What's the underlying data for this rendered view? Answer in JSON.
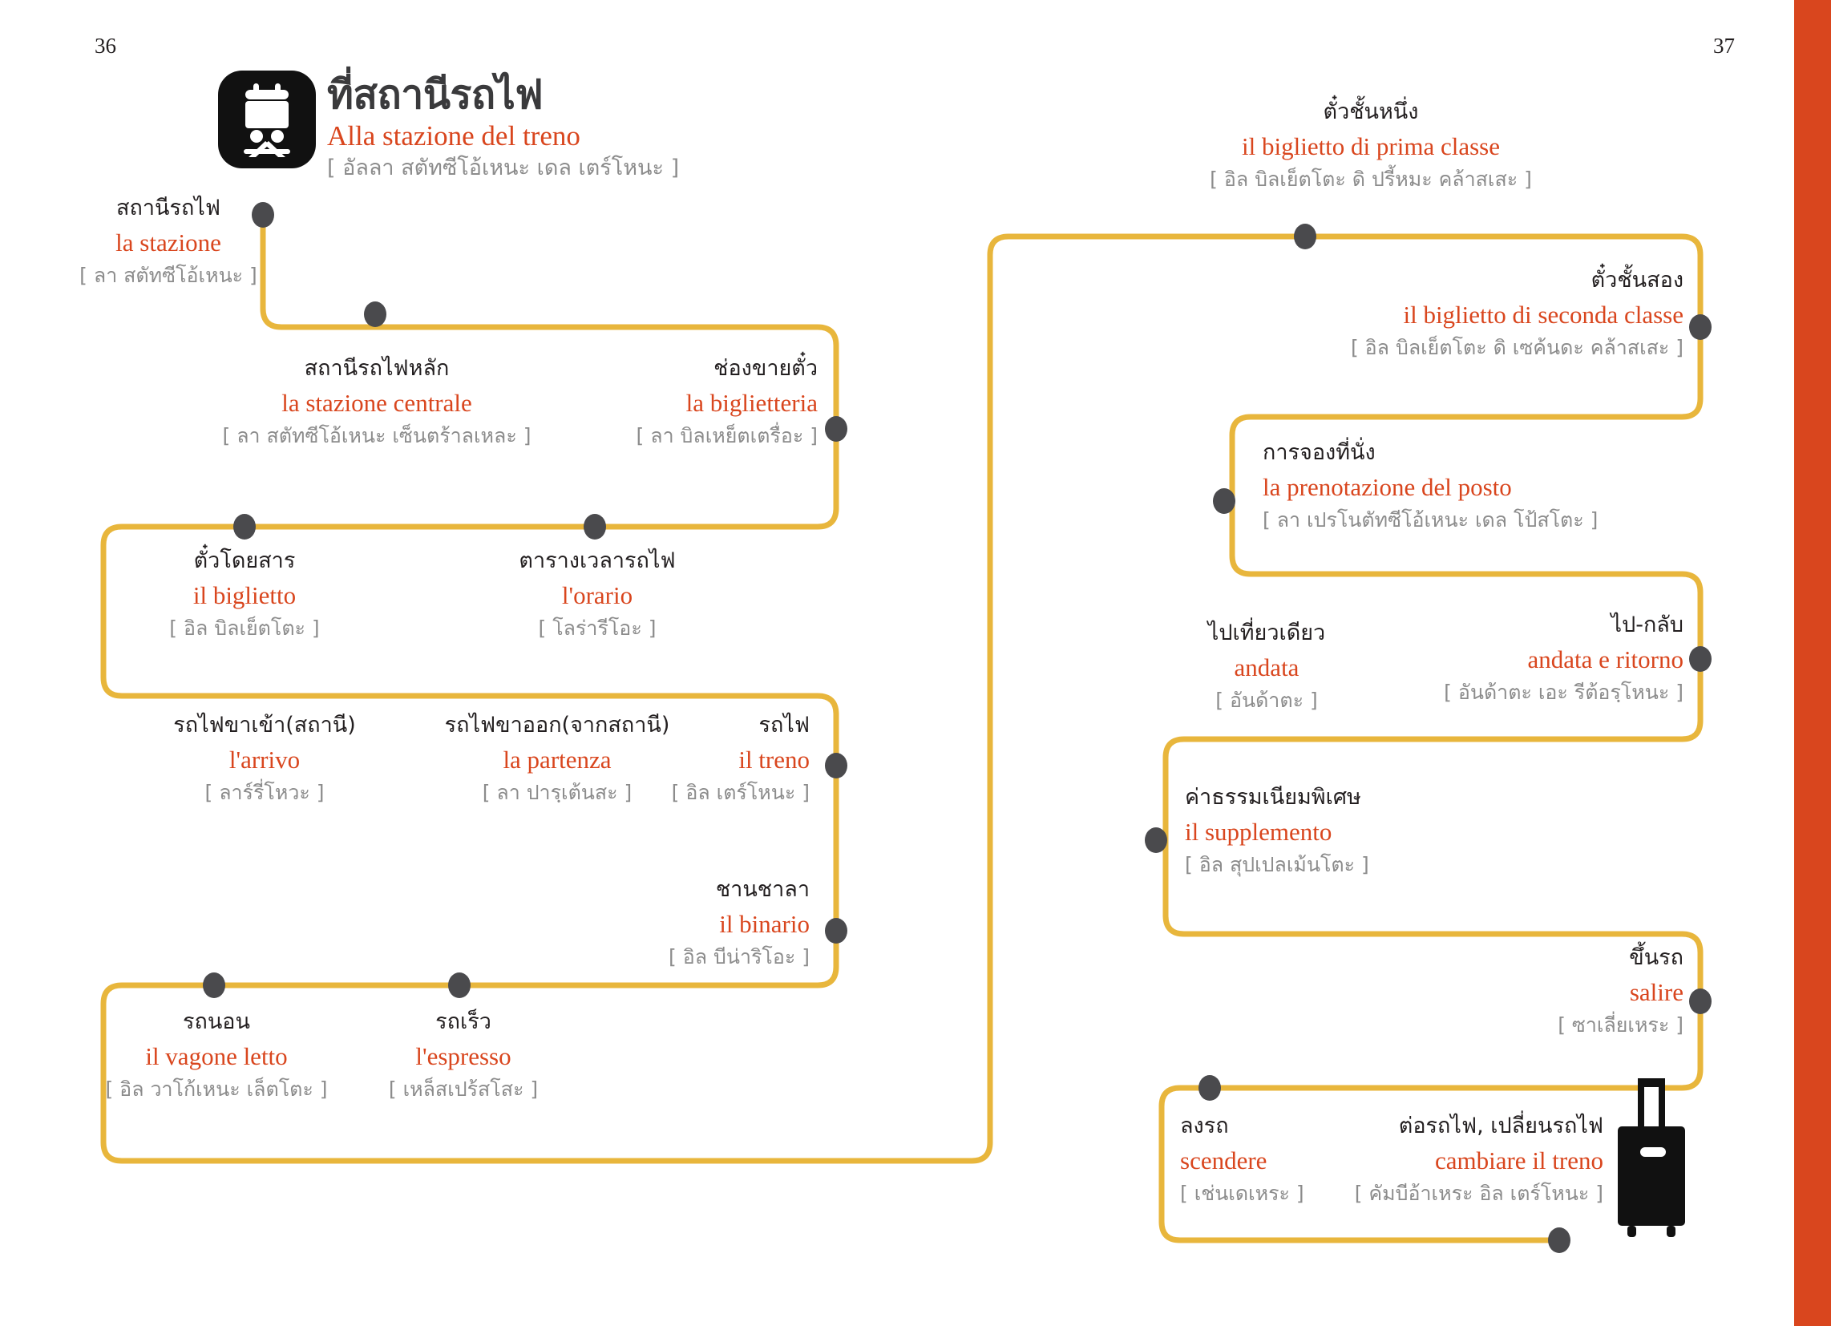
{
  "page": {
    "folio_left": "36",
    "folio_right": "37",
    "accent_line": "#E8B63C",
    "accent_italian": "#D9461E",
    "accent_edge": "#D9461E",
    "dot_color": "#4A4A4D"
  },
  "header": {
    "icon": "train-icon",
    "thai": "ที่สถานีรถไฟ",
    "italian": "Alla stazione del treno",
    "transliteration": "[ อัลลา สตัทซีโอ้เหนะ เดล เตร์โหนะ ]"
  },
  "left_page": {
    "entries": [
      {
        "id": "la-stazione",
        "thai": "สถานีรถไฟ",
        "italian": "la stazione",
        "transliteration": "[ ลา สตัทซีโอ้เหนะ ]"
      },
      {
        "id": "la-stazione-centrale",
        "thai": "สถานีรถไฟหลัก",
        "italian": "la stazione centrale",
        "transliteration": "[ ลา สตัทซีโอ้เหนะ เซ็นตร้าลเหละ ]"
      },
      {
        "id": "la-biglietteria",
        "thai": "ช่องขายตั๋ว",
        "italian": "la biglietteria",
        "transliteration": "[ ลา บิลเหย็ตเตรื่อะ ]"
      },
      {
        "id": "il-biglietto",
        "thai": "ตั๋วโดยสาร",
        "italian": "il biglietto",
        "transliteration": "[ อิล บิลเย็ตโตะ ]"
      },
      {
        "id": "lorario",
        "thai": "ตารางเวลารถไฟ",
        "italian": "l'orario",
        "transliteration": "[ โลร่ารีโอะ ]"
      },
      {
        "id": "larrivo",
        "thai": "รถไฟขาเข้า(สถานี)",
        "italian": "l'arrivo",
        "transliteration": "[ ลาร์รี่โหวะ ]"
      },
      {
        "id": "la-partenza",
        "thai": "รถไฟขาออก(จากสถานี)",
        "italian": "la partenza",
        "transliteration": "[ ลา ปารฺเต้นสะ ]"
      },
      {
        "id": "il-treno",
        "thai": "รถไฟ",
        "italian": "il treno",
        "transliteration": "[ อิล เตร์โหนะ ]"
      },
      {
        "id": "il-binario",
        "thai": "ชานชาลา",
        "italian": "il binario",
        "transliteration": "[ อิล บีน่าริโอะ ]"
      },
      {
        "id": "il-vagone-letto",
        "thai": "รถนอน",
        "italian": "il vagone letto",
        "transliteration": "[ อิล วาโก้เหนะ เล็ตโตะ ]"
      },
      {
        "id": "lespresso",
        "thai": "รถเร็ว",
        "italian": "l'espresso",
        "transliteration": "[ เหล็สเปร้สโสะ ]"
      }
    ]
  },
  "right_page": {
    "entries": [
      {
        "id": "prima-classe",
        "thai": "ตั๋วชั้นหนึ่ง",
        "italian": "il biglietto di prima classe",
        "transliteration": "[ อิล บิลเย็ตโตะ ดิ ปรี้หมะ คล้าสเสะ ]"
      },
      {
        "id": "seconda-classe",
        "thai": "ตั๋วชั้นสอง",
        "italian": "il biglietto di seconda classe",
        "transliteration": "[ อิล บิลเย็ตโตะ ดิ เซค้นดะ คล้าสเสะ ]"
      },
      {
        "id": "prenotazione",
        "thai": "การจองที่นั่ง",
        "italian": "la prenotazione del posto",
        "transliteration": "[ ลา เปรโนตัทซีโอ้เหนะ เดล โป้สโตะ ]"
      },
      {
        "id": "andata",
        "thai": "ไปเที่ยวเดียว",
        "italian": "andata",
        "transliteration": "[ อันด้าตะ ]"
      },
      {
        "id": "andata-e-ritorno",
        "thai": "ไป-กลับ",
        "italian": "andata e ritorno",
        "transliteration": "[ อันด้าตะ เอะ รีต้อรฺโหนะ ]"
      },
      {
        "id": "il-supplemento",
        "thai": "ค่าธรรมเนียมพิเศษ",
        "italian": "il supplemento",
        "transliteration": "[ อิล สุปเปลเม้นโตะ ]"
      },
      {
        "id": "salire",
        "thai": "ขึ้นรถ",
        "italian": "salire",
        "transliteration": "[ ซาเลี่ยเหระ ]"
      },
      {
        "id": "scendere",
        "thai": "ลงรถ",
        "italian": "scendere",
        "transliteration": "[ เช่นเดเหระ ]"
      },
      {
        "id": "cambiare-il-treno",
        "thai": "ต่อรถไฟ, เปลี่ยนรถไฟ",
        "italian": "cambiare il treno",
        "transliteration": "[ คัมบีอ้าเหระ อิล เตร์โหนะ ]"
      }
    ],
    "illustration": "suitcase-icon"
  }
}
